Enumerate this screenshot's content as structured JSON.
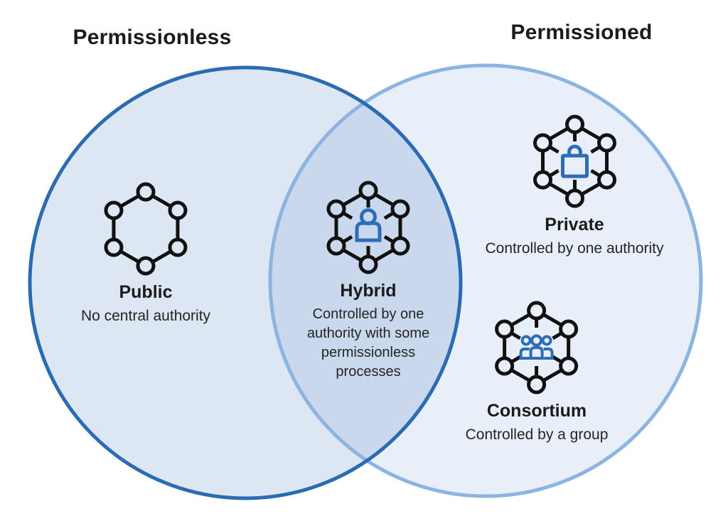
{
  "venn": {
    "left_set": {
      "title": "Permissionless"
    },
    "right_set": {
      "title": "Permissioned"
    },
    "nodes": {
      "public": {
        "label": "Public",
        "description": "No central authority",
        "icon": "network-hexagon-icon",
        "region": "permissionless-only"
      },
      "hybrid": {
        "label": "Hybrid",
        "description": "Controlled by one authority with some permissionless processes",
        "icon": "network-person-icon",
        "region": "intersection"
      },
      "private": {
        "label": "Private",
        "description": "Controlled by one authority",
        "icon": "network-lock-icon",
        "region": "permissioned-only"
      },
      "consortium": {
        "label": "Consortium",
        "description": "Controlled by a group",
        "icon": "network-group-icon",
        "region": "permissioned-only"
      }
    },
    "colors": {
      "left_circle_stroke": "#2b6bb3",
      "left_circle_fill": "#dde7f3",
      "right_circle_stroke": "#8cb4e2",
      "right_circle_fill": "#e9eff8",
      "intersection_fill": "#c9d8ec",
      "icon_line": "#111111",
      "glyph_blue": "#2e6db6",
      "text": "#1b1b1b"
    }
  }
}
